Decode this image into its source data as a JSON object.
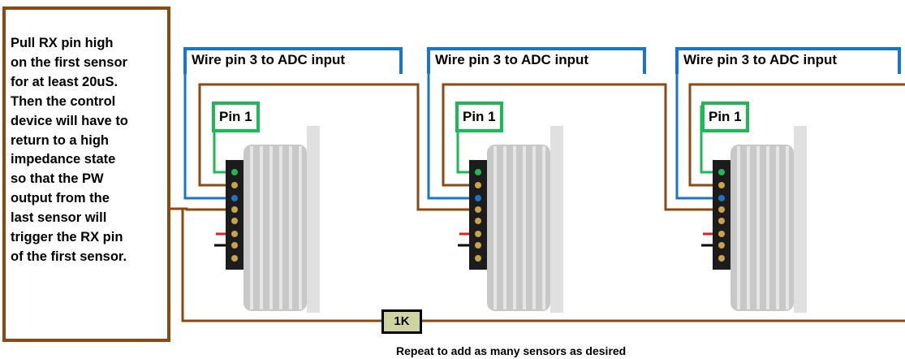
{
  "instruction": {
    "text": "Pull RX pin high\non the first sensor\nfor at least 20uS.\nThen the control\ndevice will have to\nreturn to a high\nimpedance state\nso that the PW\noutput from the\nlast sensor will\ntrigger the RX pin\nof the first sensor."
  },
  "sensors": [
    {
      "adc_label": "Wire pin 3 to ADC input",
      "pin_label": "Pin 1"
    },
    {
      "adc_label": "Wire pin 3 to ADC input",
      "pin_label": "Pin 1"
    },
    {
      "adc_label": "Wire pin 3 to ADC input",
      "pin_label": "Pin 1"
    }
  ],
  "resistor": {
    "label": "1K"
  },
  "caption": "Repeat to add as many sensors as desired",
  "colors": {
    "brown_wire": "#8b4a13",
    "blue_wire": "#1a74c7",
    "green_wire": "#1db954",
    "red_wire": "#e02020",
    "black_wire": "#000000"
  }
}
